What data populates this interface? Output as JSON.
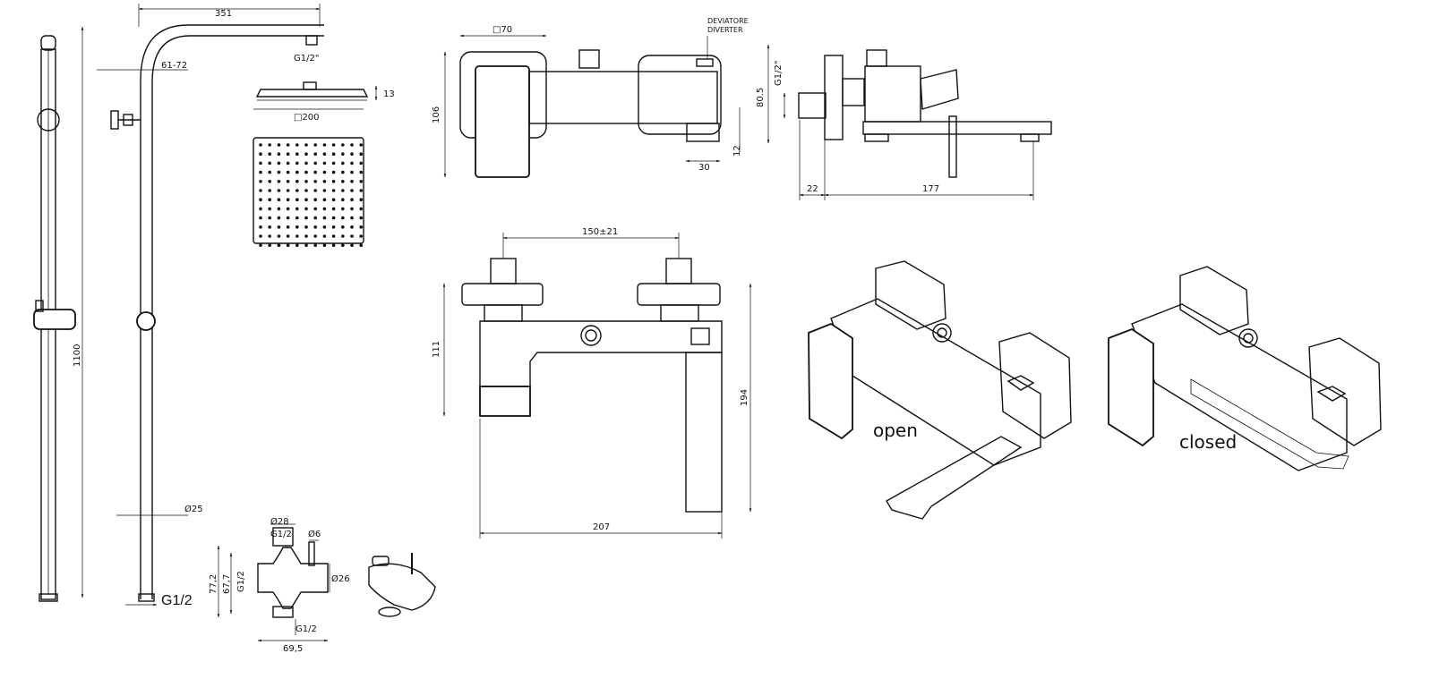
{
  "shower_column": {
    "width": "351",
    "arm_offset": "61-72",
    "connection_top": "G1/2\"",
    "head_height": "13",
    "head_size": "□200",
    "total_height": "1100",
    "tube_diameter": "Ø25",
    "bottom_connection": "G1/2"
  },
  "diverter_fitting": {
    "diameter_top": "Ø28",
    "thread_top": "G1/2",
    "pin_diameter": "Ø6",
    "height_outer": "77,2",
    "height_inner": "67,7",
    "thread_side": "G1/2",
    "body_diameter": "Ø26",
    "thread_bottom": "G1/2",
    "width": "69,5"
  },
  "mixer_top_view": {
    "square_size": "□70",
    "depth": "106",
    "diverter_label_it": "DEVIATORE",
    "diverter_label_en": "DIVERTER",
    "spout_width": "30",
    "spout_height": "12"
  },
  "mixer_side_view": {
    "thread": "G1/2\"",
    "height": "80.5",
    "offset": "22",
    "spout_length": "177"
  },
  "mixer_front_view": {
    "center_distance": "150±21",
    "height_body": "111",
    "height_total": "194",
    "width_total": "207"
  },
  "perspective_labels": {
    "open": "open",
    "closed": "closed"
  }
}
